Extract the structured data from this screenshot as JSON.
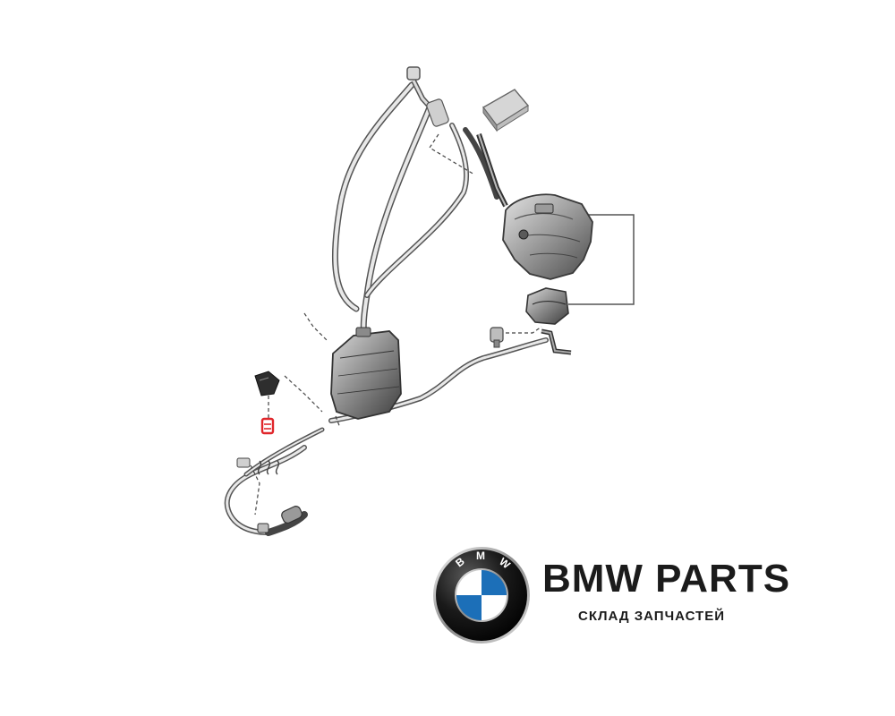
{
  "brand": {
    "title": "BMW PARTS",
    "subtitle": "СКЛАД ЗАПЧАСТЕЙ",
    "logo_letters": "BMW",
    "logo_colors": {
      "ring": "#0d0d0d",
      "blue": "#1c6fb8",
      "white": "#ffffff",
      "chrome": "#9a9a9a"
    }
  },
  "diagram": {
    "description_icon": "parts-exploded-view",
    "highlight_color": "#e0262b",
    "line_color": "#333333",
    "part_fill": "#cfcfcf",
    "part_shadow": "#6b6b6b"
  }
}
